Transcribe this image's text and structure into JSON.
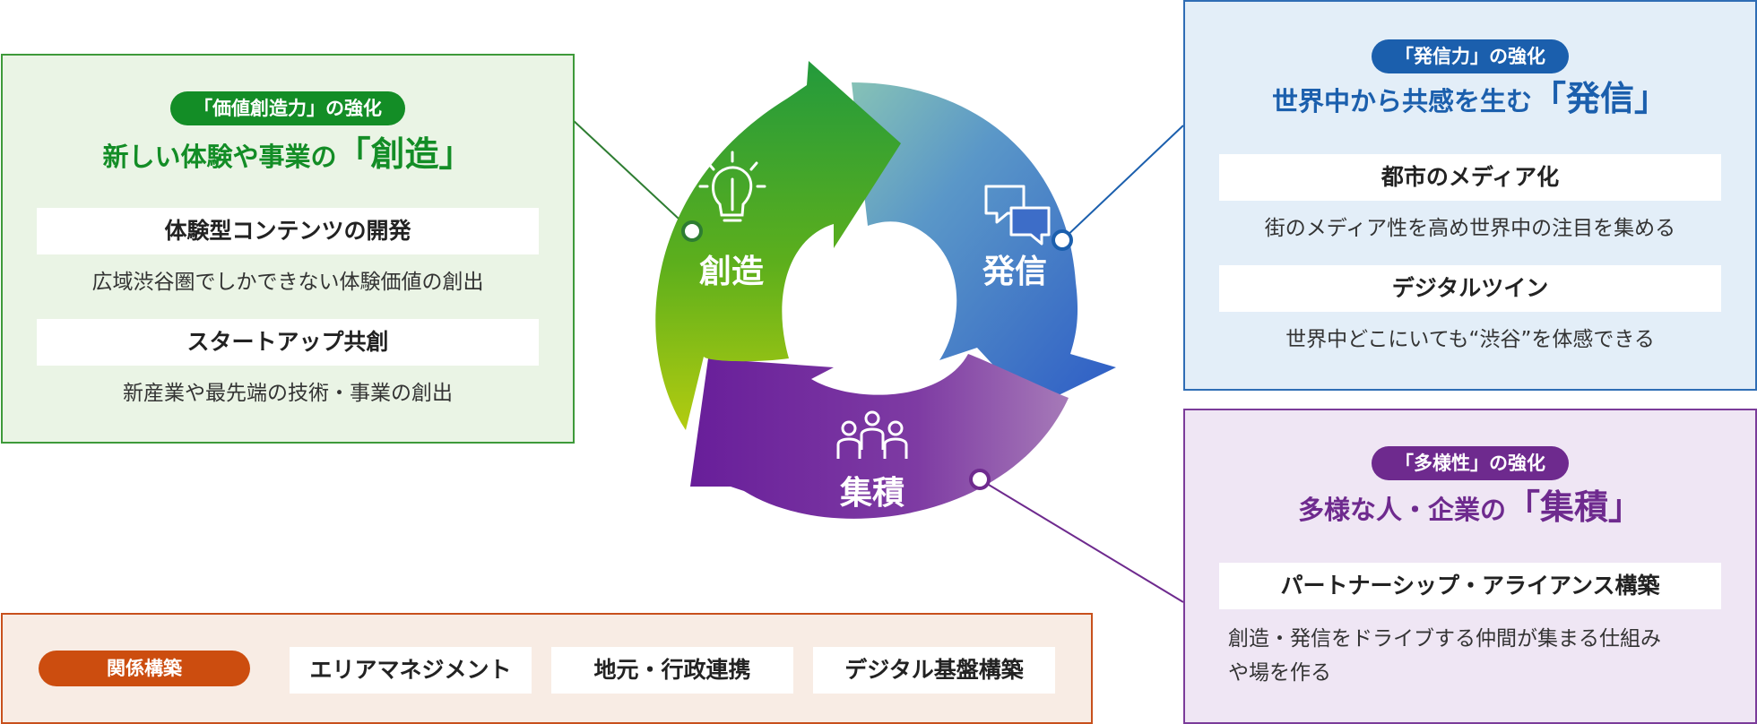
{
  "create_panel": {
    "badge": "「価値創造力」の強化",
    "heading_pre": "新しい体験や事業の",
    "heading_em": "「創造」",
    "items": [
      {
        "title": "体験型コンテンツの開発",
        "desc": "広域渋谷圏でしかできない体験価値の創出"
      },
      {
        "title": "スタートアップ共創",
        "desc": "新産業や最先端の技術・事業の創出"
      }
    ]
  },
  "send_panel": {
    "badge": "「発信力」の強化",
    "heading_pre": "世界中から共感を生む",
    "heading_em": "「発信」",
    "items": [
      {
        "title": "都市のメディア化",
        "desc": "街のメディア性を高め世界中の注目を集める"
      },
      {
        "title": "デジタルツイン",
        "desc": "世界中どこにいても“渋谷”を体感できる"
      }
    ]
  },
  "accum_panel": {
    "badge": "「多様性」の強化",
    "heading_pre": "多様な人・企業の",
    "heading_em": "「集積」",
    "items": [
      {
        "title": "パートナーシップ・アライアンス構築",
        "desc_line1": "創造・発信をドライブする仲間が集まる仕組み",
        "desc_line2": "や場を作る"
      }
    ]
  },
  "relation_panel": {
    "badge": "関係構築",
    "items": [
      "エリアマネジメント",
      "地元・行政連携",
      "デジタル基盤構築"
    ]
  },
  "cycle": {
    "create_label": "創造",
    "send_label": "発信",
    "accum_label": "集積",
    "create_icon": "lightbulb-icon",
    "send_icon": "speech-bubbles-icon",
    "accum_icon": "people-group-icon"
  },
  "colors": {
    "green": "#138d26",
    "blue": "#1b5fad",
    "purple": "#6e2a8e",
    "orange": "#cc4d0f"
  }
}
